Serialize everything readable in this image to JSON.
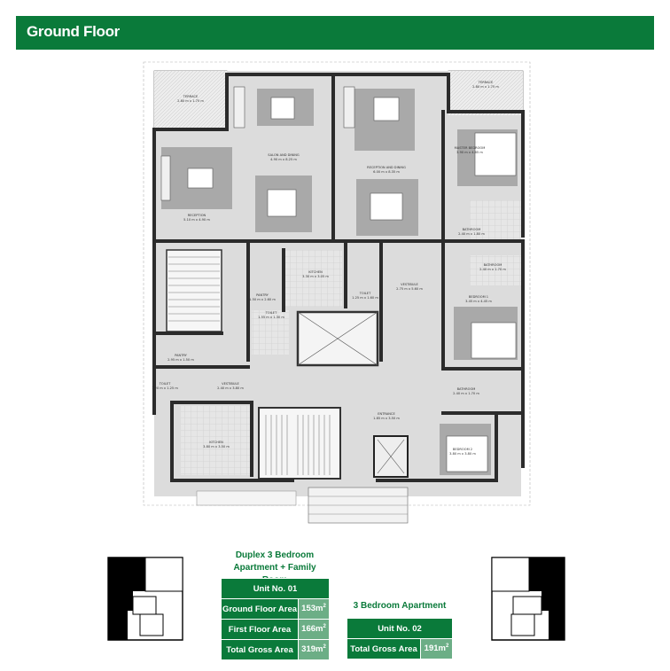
{
  "header": {
    "title": "Ground Floor"
  },
  "colors": {
    "brand_green": "#0a7a3a",
    "light_green": "#6cae86"
  },
  "floor_plan": {
    "rooms": {
      "terrace_left": "TERRACE",
      "terrace_left_dims": "2.80 m x 1.75 m",
      "terrace_right": "TERRACE",
      "terrace_right_dims": "2.80 m x 1.75 m",
      "salon_dining": "SALON AND DINING",
      "salon_dining_dims": "4.90 m x 8.25 m",
      "reception_left": "RECEPTION",
      "reception_left_dims": "5.10 m x 4.90 m",
      "reception_dining": "RECEPTION AND DINING",
      "reception_dining_dims": "6.00 m x 8.35 m",
      "master_bedroom": "MASTER BEDROOM",
      "master_bedroom_dims": "3.90 m x 4.65 m",
      "bathroom_1": "BATHROOM",
      "bathroom_1_dims": "2.40 m x 1.80 m",
      "bathroom_2": "BATHROOM",
      "bathroom_2_dims": "2.40 m x 1.70 m",
      "bathroom_3": "BATHROOM",
      "bathroom_3_dims": "2.40 m x 1.70 m",
      "bedroom_1": "BEDROOM 1",
      "bedroom_1_dims": "3.45 m x 4.45 m",
      "bedroom_2": "BEDROOM 2",
      "bedroom_2_dims": "3.80 m x 3.80 m",
      "kitchen_right": "KITCHEN",
      "kitchen_right_dims": "3.30 m x 3.05 m",
      "vestibule_right": "VESTIBULE",
      "vestibule_right_dims": "2.75 m x 5.60 m",
      "pantry": "PANTRY",
      "pantry_dims": "1.50 m x 2.60 m",
      "toilet_1": "TOILET",
      "toilet_1_dims": "1.55 m x 1.30 m",
      "toilet_2": "TOILET",
      "toilet_2_dims": "1.25 m x 1.60 m",
      "toilet_3": "TOILET",
      "toilet_3_dims": "1.20 m x 1.25 m",
      "vestibule_left": "VESTIBULE",
      "vestibule_left_dims": "2.40 m x 3.80 m",
      "kitchen_left": "KITCHEN",
      "kitchen_left_dims": "3.80 m x 3.50 m",
      "pantry_left": "PANTRY",
      "pantry_left_dims": "2.95 m x 1.50 m",
      "entrance": "ENTRANCE",
      "entrance_dims": "1.85 m x 3.50 m"
    }
  },
  "unit1": {
    "title_line1": "Duplex 3 Bedroom",
    "title_line2": "Apartment + Family Room",
    "unit_no": "Unit No. 01",
    "rows": [
      {
        "label": "Ground Floor Area",
        "value": "153m",
        "unit": "2"
      },
      {
        "label": "First Floor Area",
        "value": "166m",
        "unit": "2"
      },
      {
        "label": "Total Gross Area",
        "value": "319m",
        "unit": "2"
      }
    ]
  },
  "unit2": {
    "title": "3 Bedroom Apartment",
    "unit_no": "Unit No. 02",
    "rows": [
      {
        "label": "Total Gross Area",
        "value": "191m",
        "unit": "2"
      }
    ]
  }
}
